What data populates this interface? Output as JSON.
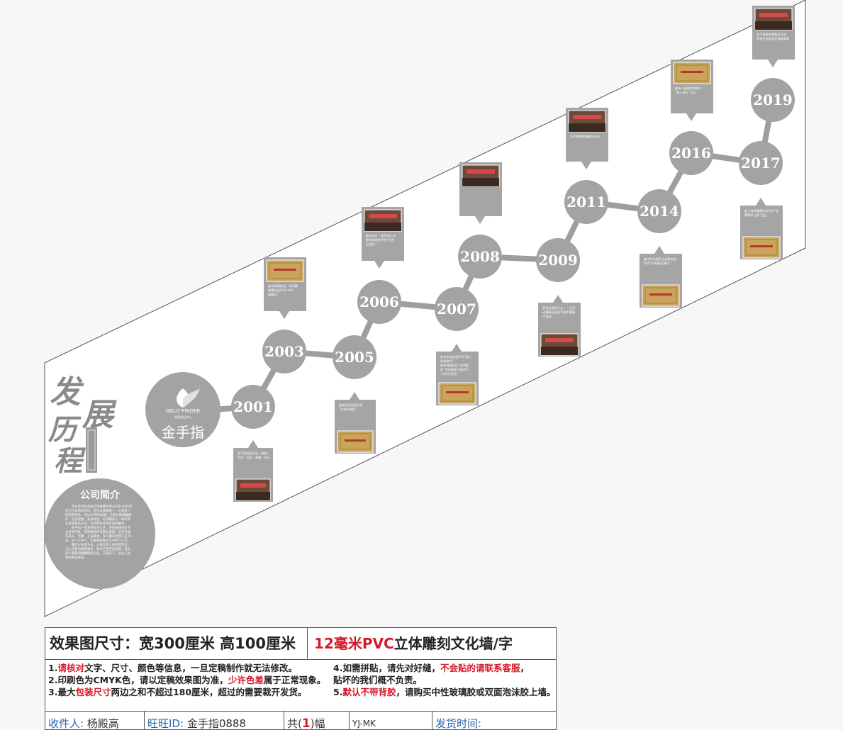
{
  "wall": {
    "title_chars": [
      "发",
      "展",
      "历",
      "程"
    ],
    "logo": {
      "brand": "GOLD FINGER",
      "subtitle": "世界美足中心",
      "chinese": "金手指"
    },
    "milestones": [
      {
        "year": "2001",
        "caption": [
          "金手指总店开业，服务",
          "宗旨：安全、健康、放心"
        ]
      },
      {
        "year": "2003",
        "caption": [
          "被市质量协会、市消费",
          "者委员会评为“AAA",
          "级服务”"
        ]
      },
      {
        "year": "2005",
        "caption": [
          "被省足浴协会评为",
          "“市优质诚信”"
        ]
      },
      {
        "year": "2006",
        "caption": [
          "被商务厅、省劳动工会",
          "等单位联合评为“优秀",
          "足浴店”"
        ]
      },
      {
        "year": "2007",
        "caption": [
          "被市足浴协会评为“爱心",
          "奖励单位”",
          "被市城建社区“文明爱",
          "护”活动指导小组评为",
          "“文明示范店”"
        ]
      },
      {
        "year": "2008",
        "caption": []
      },
      {
        "year": "2009",
        "caption": [
          "获评全国各行业，一日活",
          "动健康促进金手指大健康",
          "产业园"
        ]
      },
      {
        "year": "2011",
        "caption": [
          "金手指城南旗舰店开业"
        ]
      },
      {
        "year": "2014",
        "caption": [
          "被中华全国总工会联合会",
          "评为“优秀服务单位”"
        ]
      },
      {
        "year": "2016",
        "caption": [
          "被市儿童福利院授予",
          "“爱心单位”企业"
        ]
      },
      {
        "year": "2017",
        "caption": [
          "被上海市健康协会评为“金",
          "牌理疗之家”企业"
        ]
      },
      {
        "year": "2019",
        "caption": [
          "金手指城市旗舰店开业",
          "开启全国连锁发展新篇章"
        ]
      }
    ],
    "intro": {
      "title": "公司简介",
      "body": [
        "　　苏州金手指美容足浴保健有限公司于2000年，",
        "创立在美丽的苏州。坚持以质量第一、信誉第一",
        "的经营理念，经过20年的发展，已成为集健康理",
        "疗、足浴保健、美容养生、培训服务于一体的专",
        "业连锁服务企业，为消费者提供优质的服务。",
        "　　金手指一贯坚持技术立店，先后组建多支专",
        "业技术团队，深受顾客的信赖与喜爱，足迹已遍",
        "布苏州、无锡、上海等地，旗下拥有直营门店26",
        "家，员工千余人，年服务顾客达100余万人次。",
        "　　我们以技术为本，以诚信待人的经营理念，",
        "全心全意为顾客服务，努力打造百年品牌，成为",
        "受人尊敬的健康服务企业，实现员工、企业与社",
        "会的共同成长。"
      ]
    }
  },
  "spec": {
    "size_label": "效果图尺寸：宽300厘米  高100厘米",
    "material_red": "12毫米PVC",
    "material_rest": "立体雕刻文化墙/字",
    "notes": [
      {
        "parts": [
          [
            "1.",
            false
          ],
          [
            "请核对",
            true
          ],
          [
            "文字、尺寸、颜色等信息，一旦定稿制作就无法修改。",
            false
          ]
        ]
      },
      {
        "parts": [
          [
            "2.印刷色为CMYK色，请以定稿效果图为准，",
            false
          ],
          [
            "少许色差",
            true
          ],
          [
            "属于正常现象。",
            false
          ]
        ]
      },
      {
        "parts": [
          [
            "3.最大",
            false
          ],
          [
            "包装尺寸",
            true
          ],
          [
            "两边之和不超过180厘米，超过的需要裁开发货。",
            false
          ]
        ]
      },
      {
        "parts": [
          [
            "4.如需拼贴，请先对好缝，",
            false
          ],
          [
            "不会贴的请联系客服",
            true
          ],
          [
            "，",
            false
          ]
        ]
      },
      {
        "parts": [
          [
            "  贴坏的我们概不负责。",
            false
          ]
        ]
      },
      {
        "parts": [
          [
            "5.",
            false
          ],
          [
            "默认不带背胶",
            true
          ],
          [
            "，请购买中性玻璃胶或双面泡沫胶上墙。",
            false
          ]
        ]
      }
    ],
    "footer": {
      "receiver_label": "收件人:",
      "receiver_value": "杨殿高",
      "wangwang_label": "旺旺ID:",
      "wangwang_value": "金手指0888",
      "count_prefix": "共(",
      "count_value": "1",
      "count_suffix": ")幅",
      "code": "YJ-MK",
      "ship_label": "发货时间:"
    }
  },
  "colors": {
    "circle": "#a3a3a3",
    "line": "#9e9e9e",
    "callout": "#a5a5a5",
    "accent_red": "#d7192a",
    "label_blue": "#2e64b0"
  }
}
